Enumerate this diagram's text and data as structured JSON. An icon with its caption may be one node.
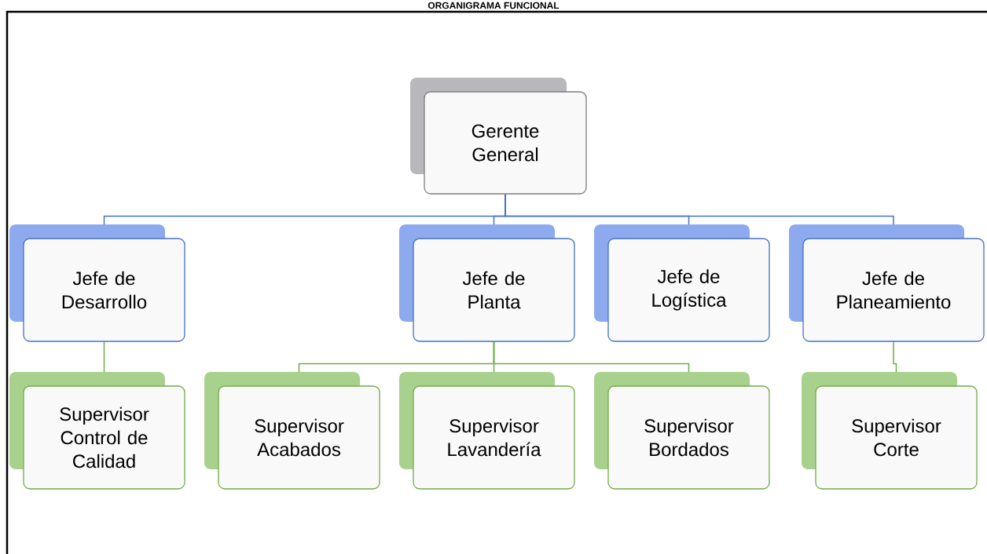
{
  "diagram": {
    "title": "ORGANIGRAMA FUNCIONAL",
    "nodes": [
      {
        "text": [
          "Gerente General"
        ]
      },
      {
        "text": [
          "Jefe de Desarrollo"
        ]
      },
      {
        "text": [
          "Jefe de Planta"
        ]
      },
      {
        "text": [
          "Jefe de Logística"
        ]
      },
      {
        "text": [
          "Jefe de Planeamiento"
        ]
      },
      {
        "text": [
          "Supervisor Control de Calidad"
        ]
      },
      {
        "text": [
          "Supervisor Acabados"
        ]
      },
      {
        "text": [
          "Supervisor Lavandería"
        ]
      },
      {
        "text": [
          "Supervisor Bordados"
        ]
      },
      {
        "text": [
          "Supervisor Corte"
        ]
      }
    ],
    "edges": [
      {
        "from": 0,
        "to": 1,
        "arrow": "none",
        "color": "#4472c4"
      },
      {
        "from": 0,
        "to": 2,
        "arrow": "none",
        "color": "#4472c4"
      },
      {
        "from": 0,
        "to": 3,
        "arrow": "none",
        "color": "#4472c4"
      },
      {
        "from": 0,
        "to": 4,
        "arrow": "none",
        "color": "#4472c4"
      },
      {
        "from": 1,
        "to": 5,
        "arrow": "none",
        "color": "#70ad47"
      },
      {
        "from": 2,
        "to": 6,
        "arrow": "none",
        "color": "#70ad47"
      },
      {
        "from": 2,
        "to": 7,
        "arrow": "none",
        "color": "#70ad47"
      },
      {
        "from": 2,
        "to": 8,
        "arrow": "none",
        "color": "#70ad47"
      },
      {
        "from": 4,
        "to": 9,
        "arrow": "none",
        "color": "#70ad47"
      }
    ]
  }
}
